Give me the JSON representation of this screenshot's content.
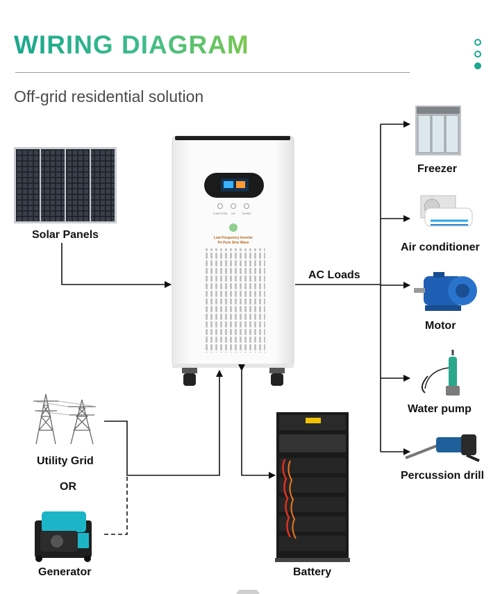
{
  "header": {
    "title": "WIRING DIAGRAM",
    "subtitle": "Off-grid residential solution"
  },
  "inverter": {
    "function_label": "FUNCTION",
    "up_label": "UP",
    "down_label": "DOWN",
    "brand_line1": "Low Frequency Inverter",
    "brand_line2": "Pv-Pure Sine Wave"
  },
  "sources": {
    "solar": "Solar Panels",
    "grid": "Utility Grid",
    "or": "OR",
    "generator": "Generator",
    "battery": "Battery"
  },
  "loads": {
    "title": "AC Loads",
    "items": [
      "Freezer",
      "Air conditioner",
      "Motor",
      "Water pump",
      "Percussion drill"
    ]
  },
  "colors": {
    "accent_start": "#19a88e",
    "accent_end": "#7ac84f",
    "dot": "#1aa88e"
  }
}
